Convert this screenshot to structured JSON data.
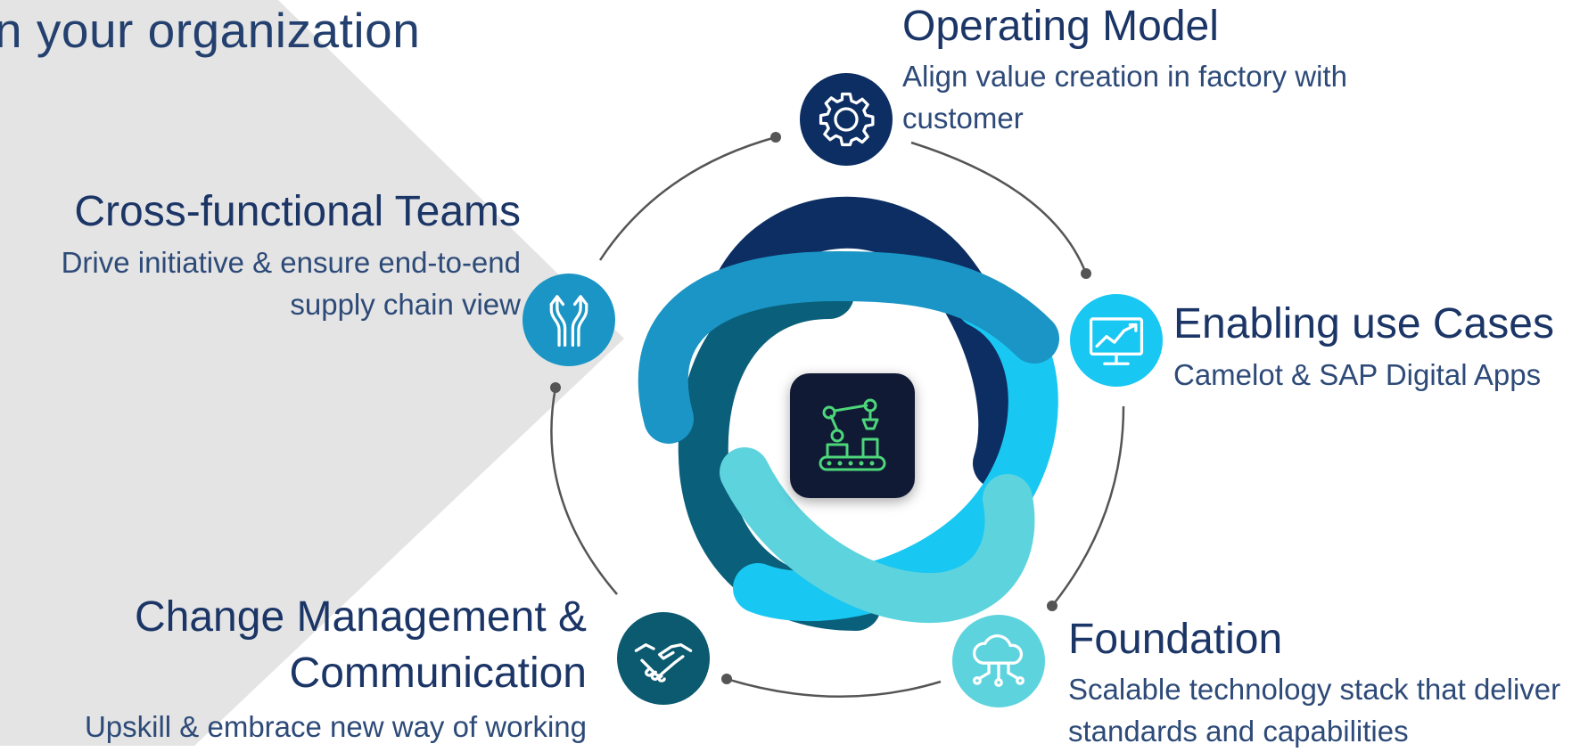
{
  "header": {
    "title": "n your organization"
  },
  "nodes": {
    "operating_model": {
      "title": "Operating Model",
      "description": "Align value creation in factory with customer",
      "icon": "gear-icon",
      "color": "#0c2e63"
    },
    "enabling_use_cases": {
      "title": "Enabling use Cases",
      "description": "Camelot & SAP Digital Apps",
      "icon": "chart-monitor-icon",
      "color": "#18c7f2"
    },
    "foundation": {
      "title": "Foundation",
      "description": "Scalable technology stack that deliver standards and capabilities",
      "icon": "cloud-network-icon",
      "color": "#5dd3de"
    },
    "change_management": {
      "title_line1": "Change Management &",
      "title_line2": "Communication",
      "description": "Upskill & embrace new way of working",
      "icon": "handshake-icon",
      "color": "#0b5a6f"
    },
    "cross_functional_teams": {
      "title": "Cross-functional Teams",
      "description": "Drive initiative & ensure end-to-end supply chain view",
      "icon": "merging-arrows-icon",
      "color": "#1a95c5"
    }
  },
  "center": {
    "icon": "robot-arm-icon",
    "accent": "#4dd67a"
  },
  "colors": {
    "background_shape": "#e4e4e4",
    "connector": "#555555",
    "ribbon_dark": "#0c2e63",
    "ribbon_teal": "#0a5f7a",
    "ribbon_blue": "#1a95c5",
    "ribbon_cyan": "#18c7f2",
    "ribbon_aqua": "#5dd3de"
  }
}
